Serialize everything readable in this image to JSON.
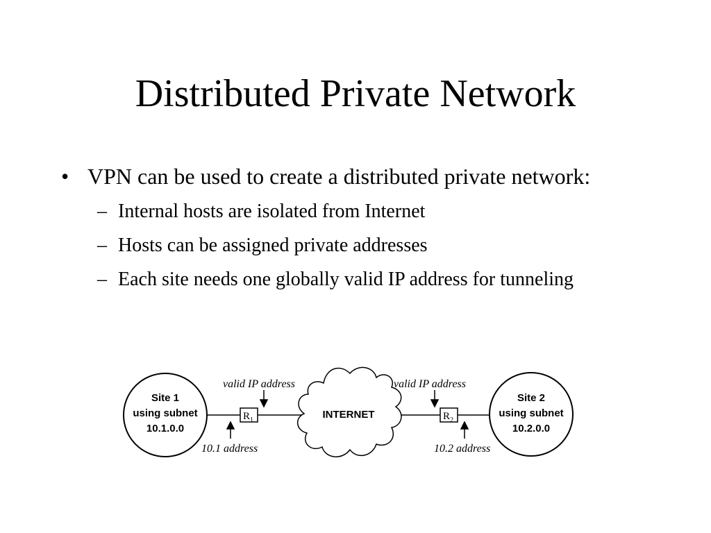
{
  "slide": {
    "title": "Distributed Private Network",
    "bullets": [
      {
        "text": "VPN can be used to create a distributed private network:",
        "sub": [
          "Internal hosts are isolated from Internet",
          "Hosts can be assigned private addresses",
          "Each site needs one globally valid IP address for tunneling"
        ]
      }
    ]
  },
  "diagram": {
    "site1": {
      "line1": "Site 1",
      "line2": "using subnet",
      "line3": "10.1.0.0"
    },
    "site2": {
      "line1": "Site 2",
      "line2": "using subnet",
      "line3": "10.2.0.0"
    },
    "internet": "INTERNET",
    "router1": {
      "letter": "R",
      "sub": "1"
    },
    "router2": {
      "letter": "R",
      "sub": "2"
    },
    "valid_ip_left": "valid IP address",
    "valid_ip_right": "valid IP address",
    "addr_left": "10.1 address",
    "addr_right": "10.2 address"
  }
}
